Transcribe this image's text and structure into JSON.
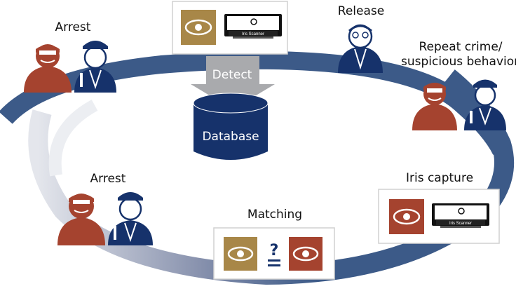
{
  "colors": {
    "ring_dark": "#3c5a88",
    "ring_light": "#e2e4ea",
    "navy": "#16326b",
    "criminal_red": "#a5432f",
    "iris_gold": "#a88748",
    "arrow_gray": "#a9aaad",
    "box_border": "#d0d0d0"
  },
  "icons": [
    "person-icon",
    "police-officer-icon",
    "eye-icon",
    "iris-scanner-icon",
    "database-icon",
    "down-arrow-icon"
  ],
  "labels": {
    "arrest_top": "Arrest",
    "release": "Release",
    "repeat_crime": "Repeat crime/",
    "suspicious_behavior": "suspicious behavior",
    "iris_capture": "Iris capture",
    "matching": "Matching",
    "arrest_bottom": "Arrest",
    "detect": "Detect",
    "database": "Database",
    "match_symbol": "?"
  },
  "scanner_brand": "Iris Scanner"
}
